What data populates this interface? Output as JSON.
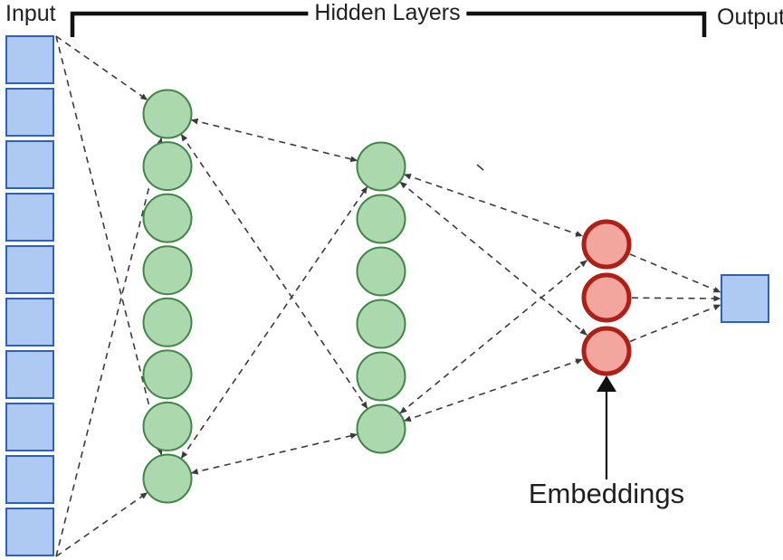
{
  "labels": {
    "input": "Input",
    "hidden_layers": "Hidden Layers",
    "output": "Output",
    "embeddings_annotation": "Embeddings"
  },
  "colors": {
    "input_fill": "#AECAF2",
    "input_stroke": "#2B5FCE",
    "hidden_fill": "#ABD9AD",
    "hidden_stroke": "#418547",
    "embedding_fill": "#F2A69E",
    "embedding_stroke": "#B01F16",
    "connection": "#3B3B3B",
    "bracket": "#111111",
    "annotation_arrow": "#111111"
  },
  "network": {
    "layers": [
      {
        "id": "input",
        "role": "input layer",
        "shape": "square",
        "count": 10
      },
      {
        "id": "hidden1",
        "role": "hidden layer 1",
        "shape": "circle",
        "count": 8
      },
      {
        "id": "hidden2",
        "role": "hidden layer 2",
        "shape": "circle",
        "count": 6
      },
      {
        "id": "embeddings",
        "role": "embedding layer",
        "shape": "circle",
        "count": 3
      },
      {
        "id": "output",
        "role": "output layer",
        "shape": "square",
        "count": 1
      }
    ],
    "connections": [
      {
        "from": "input-top",
        "to": "hidden1-top",
        "arrows": "end"
      },
      {
        "from": "input-top",
        "to": "hidden1-bottom",
        "arrows": "end"
      },
      {
        "from": "input-bottom",
        "to": "hidden1-top",
        "arrows": "end"
      },
      {
        "from": "input-bottom",
        "to": "hidden1-bottom",
        "arrows": "end"
      },
      {
        "from": "hidden1-top",
        "to": "hidden2-top",
        "arrows": "both"
      },
      {
        "from": "hidden1-top",
        "to": "hidden2-bottom",
        "arrows": "both"
      },
      {
        "from": "hidden1-bottom",
        "to": "hidden2-top",
        "arrows": "both"
      },
      {
        "from": "hidden1-bottom",
        "to": "hidden2-bottom",
        "arrows": "both"
      },
      {
        "from": "hidden2-top",
        "to": "emb-top",
        "arrows": "both"
      },
      {
        "from": "hidden2-top",
        "to": "emb-bottom",
        "arrows": "both"
      },
      {
        "from": "hidden2-bottom",
        "to": "emb-top",
        "arrows": "both"
      },
      {
        "from": "hidden2-bottom",
        "to": "emb-bottom",
        "arrows": "both"
      },
      {
        "from": "emb-top",
        "to": "output-upper",
        "arrows": "end"
      },
      {
        "from": "emb-mid",
        "to": "output-mid",
        "arrows": "end"
      },
      {
        "from": "emb-bottom",
        "to": "output-lower",
        "arrows": "end"
      }
    ]
  }
}
